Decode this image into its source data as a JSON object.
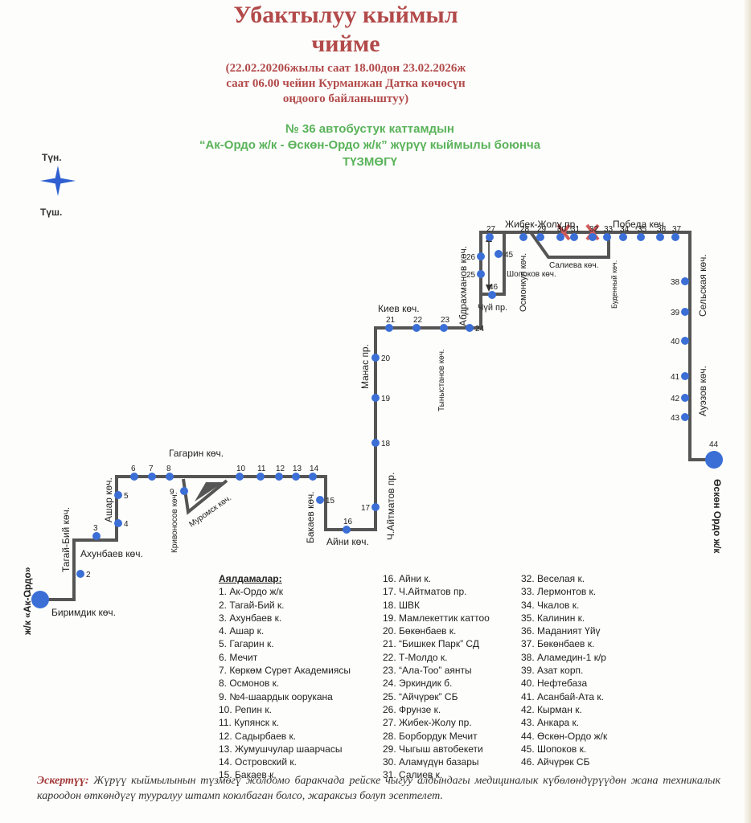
{
  "header": {
    "title_line1": "Убактылуу кыймыл",
    "title_line2": "чийме",
    "subtitle_lines": [
      "(22.02.20206жылы саат 18.00дон 23.02.2026ж",
      "саат 06.00 чейин Курманжан Датка көчөсүн",
      "оңдоого байланыштуу)"
    ]
  },
  "route_header": {
    "line1": "№ 36 автобустук каттамдын",
    "line2": "“Ак-Ордо ж/к  -  Өскөн-Ордо ж/к” жүрүү кыймылы боюнча",
    "line3": "ТҮЗМӨГҮ"
  },
  "compass": {
    "north": "Түн.",
    "south": "Түш."
  },
  "terminals": {
    "start": "ж/к «Ак-Ордо»",
    "end": "Өскөн Ордо ж/к",
    "start_num": "1",
    "end_num": "44"
  },
  "streets": {
    "birimdik": "Биримдик көч.",
    "tagai_bii": "Тагай-Бий көч.",
    "akhunbaev": "Ахунбаев көч.",
    "ashar": "Ашар көч.",
    "gagarin": "Гагарин көч.",
    "krivonosov": "Кривоносов көч.",
    "muromsk": "Муромск көч.",
    "bakaev": "Бакаев көч.",
    "aini": "Айни көч.",
    "aitmatov": "Ч.Айтматов пр.",
    "manas": "Манас пр.",
    "kiev": "Киев көч.",
    "tynystanov": "Тыныстанов көч.",
    "abdrakhmanov": "Абдрахманов көч.",
    "shopokov": "Шопоков көч.",
    "chui": "Чүй пр.",
    "jibek_jolu": "Жибек-Жолу пр.",
    "osmonkul": "Осмонкул көч.",
    "salieva": "Салиева көч.",
    "budenny": "Буденный көч.",
    "pobeda": "Победа көч.",
    "selskaya": "Сельская көч.",
    "auezov": "Ауэзов көч."
  },
  "stops_title": "Аялдамалар:",
  "stops": [
    "1. Ак-Ордо ж/к",
    "2. Тагай-Бий к.",
    "3. Ахунбаев к.",
    "4. Ашар к.",
    "5. Гагарин к.",
    "6. Мечит",
    "7. Көркөм Сүрөт Академиясы",
    "8. Осмонов к.",
    "9. №4-шаардык оорукана",
    "10. Репин к.",
    "11. Купянск к.",
    "12. Садырбаев к.",
    "13. Жумушчулар шаарчасы",
    "14. Островский к.",
    "15. Бакаев к.",
    "16. Айни к.",
    "17. Ч.Айтматов пр.",
    "18. ШВК",
    "19. Мамлекеттик каттоо",
    "20. Бөкөнбаев к.",
    "21. “Бишкек Парк” СД",
    "22. Т-Молдо к.",
    "23. “Ала-Тоо” аянты",
    "24. Эркиндик б.",
    "25. “Айчүрөк” СБ",
    "26. Фрунзе к.",
    "27. Жибек-Жолу пр.",
    "28. Борбордук Мечит",
    "29. Чыгыш автобекети",
    "30. Аламүдүн базары",
    "31. Салиев к.",
    "32. Веселая к.",
    "33. Лермонтов к.",
    "34. Чкалов к.",
    "35. Калинин к.",
    "36. Маданият Үйү",
    "37. Бөкөнбаев к.",
    "38. Аламедин-1 к/р",
    "39. Азат корп.",
    "40. Нефтебаза",
    "41. Асанбай-Ата к.",
    "42. Кырман к.",
    "43. Анкара к.",
    "44. Өскөн-Ордо ж/к",
    "45. Шопоков к.",
    "46. Айчүрөк СБ"
  ],
  "note": {
    "label": "Эскертүү:",
    "text": "Жүрүү кыймылынын түзмөгү жолдомо баракчада рейске чыгуу алдындагы медициналык күбөлөндүрүүдөн жана техникалык кароодон өткөндүгү тууралуу штамп коюлбаган болсо, жараксыз болуп эсептелет."
  },
  "colors": {
    "route": "#555555",
    "stop": "#3b6fd6",
    "closed": "#d05a5a",
    "title": "#b24a4a",
    "green": "#5ab35a"
  }
}
